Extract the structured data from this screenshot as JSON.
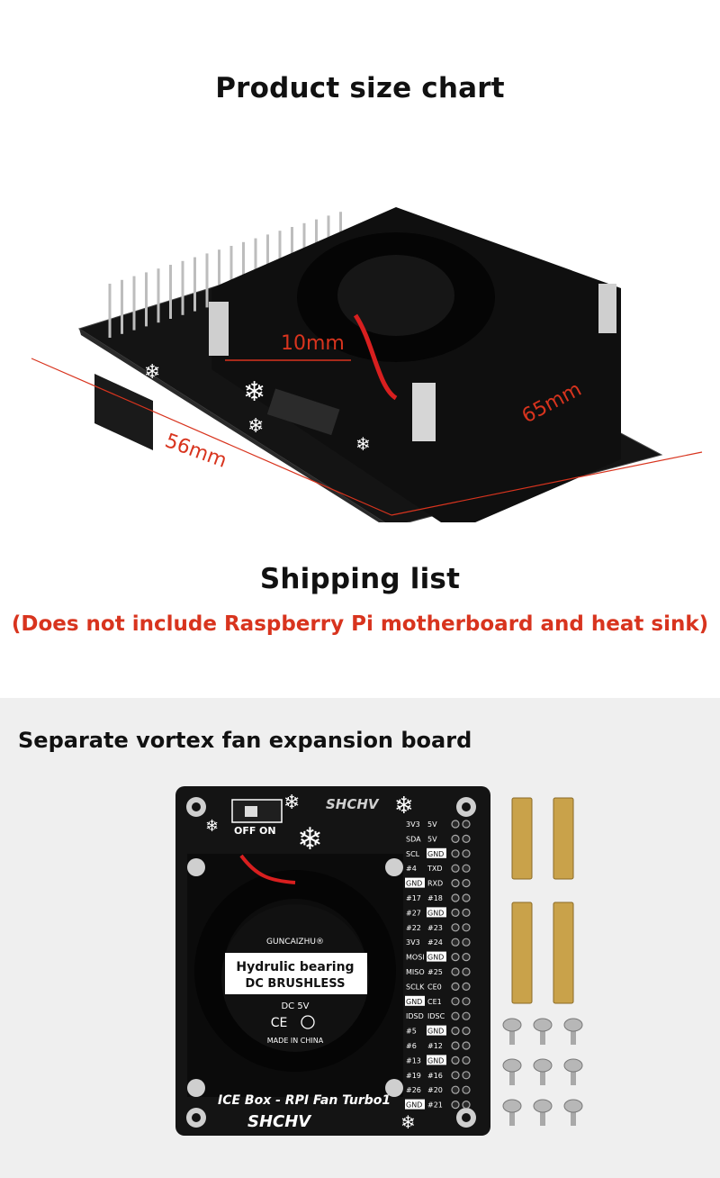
{
  "section1": {
    "title": "Product size chart"
  },
  "dimensions": {
    "height": "10mm",
    "width": "56mm",
    "length": "65mm"
  },
  "section2": {
    "title": "Shipping list",
    "note": "(Does not include Raspberry Pi motherboard and heat sink)",
    "subtitle": "Separate vortex fan expansion board"
  },
  "board": {
    "brand": "SHCHV",
    "brand_bottom": "SHCHV",
    "model": "ICE Box - RPI Fan Turbo1",
    "switch_off": "OFF",
    "switch_on": "ON",
    "pins_left": [
      "3V3",
      "SDA",
      "SCL",
      "#4",
      "GND",
      "#17",
      "#27",
      "#22",
      "3V3",
      "MOSI",
      "MISO",
      "SCLK",
      "GND",
      "IDSD",
      "#5",
      "#6",
      "#13",
      "#19",
      "#26",
      "GND"
    ],
    "pins_right": [
      "5V",
      "5V",
      "GND",
      "TXD",
      "RXD",
      "#18",
      "GND",
      "#23",
      "#24",
      "GND",
      "#25",
      "CE0",
      "CE1",
      "IDSC",
      "GND",
      "#12",
      "GND",
      "#16",
      "#20",
      "#21"
    ]
  },
  "fan": {
    "maker": "GUNCAIZHU®",
    "line1": "Hydrulic bearing",
    "line2": "DC BRUSHLESS",
    "voltage": "DC 5V",
    "cert": "CE",
    "origin": "MADE IN CHINA"
  },
  "colors": {
    "accent_red": "#d8341e",
    "board": "#141414",
    "brass": "#c9a24a",
    "screw": "#b7b7b7"
  }
}
